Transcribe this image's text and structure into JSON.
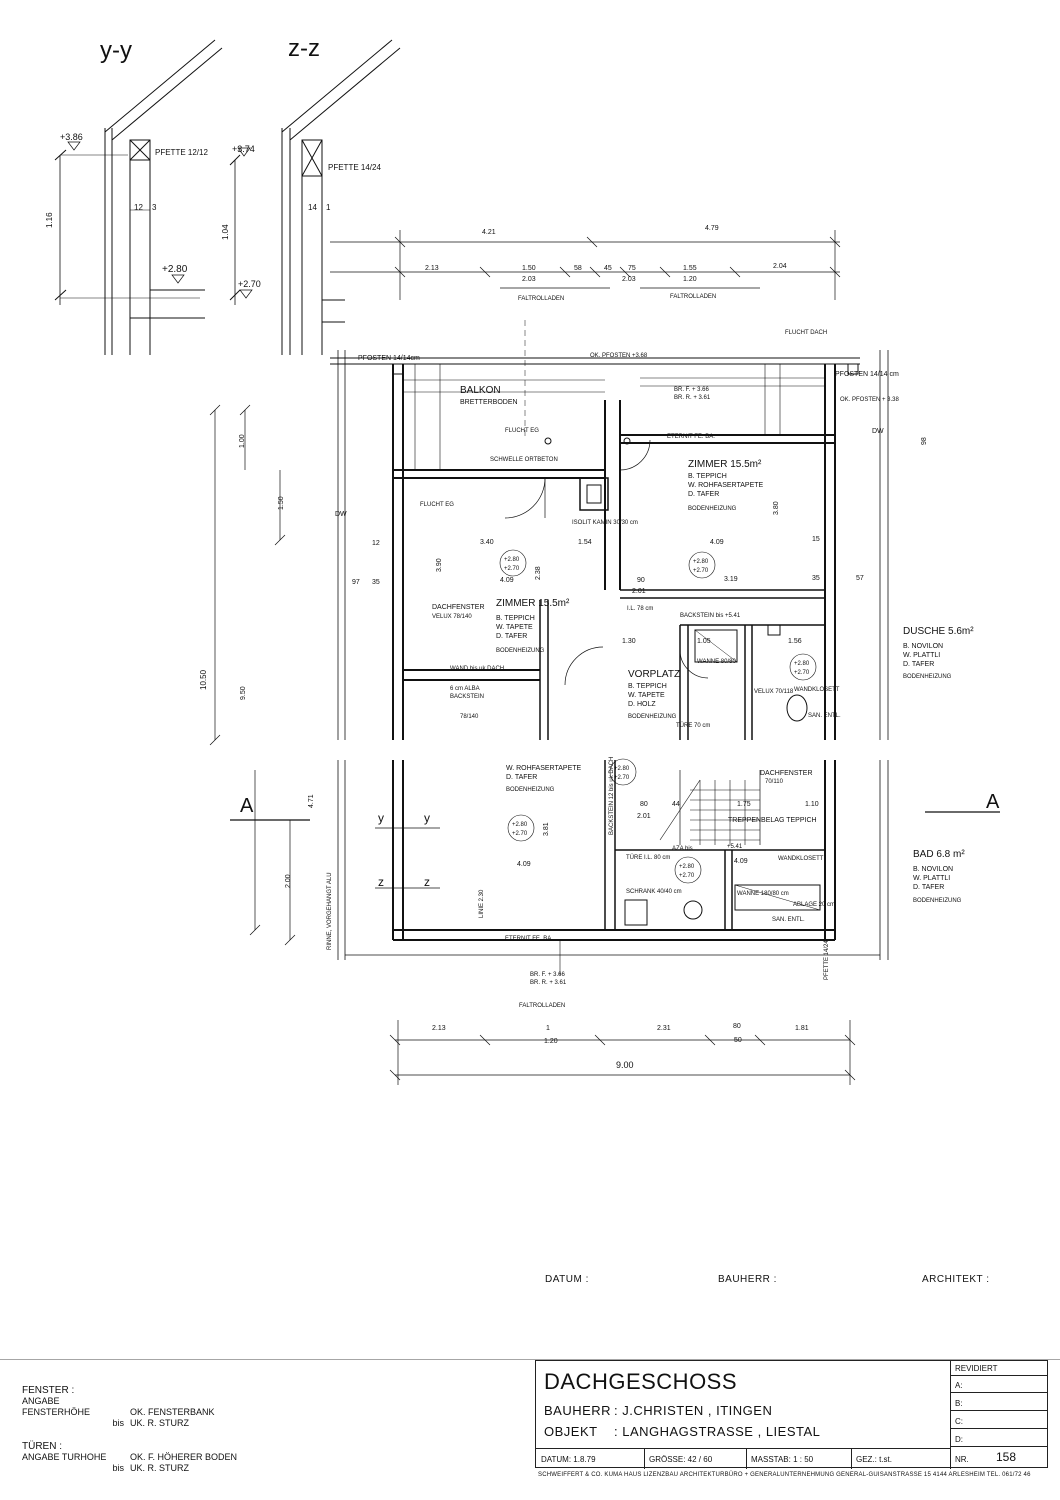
{
  "sections": {
    "yy": "y-y",
    "zz": "z-z"
  },
  "detail": {
    "yy": {
      "level_top": "+3.86",
      "level_bottom": "+2.80",
      "height": "1.16",
      "pfette": "PFETTE 12/12",
      "w1": "12",
      "w2": "3"
    },
    "zz": {
      "level_top": "+3.74",
      "level_bottom": "+2.70",
      "height": "1.04",
      "pfette": "PFETTE 14/24",
      "w1": "14",
      "w2": "1"
    }
  },
  "dims_top": {
    "a": "4.21",
    "b": "4.79",
    "c": "2.13",
    "d": "1.50",
    "e": "2.03",
    "f": "58",
    "g": "45",
    "h": "75",
    "i": "2.03",
    "j": "1.55",
    "k": "1.20",
    "l": "2.04",
    "fr1": "FALTROLLADEN",
    "fr2": "FALTROLLADEN",
    "flucht_dach": "FLUCHT DACH"
  },
  "dims_bottom": {
    "a": "2.13",
    "b": "1",
    "c": "1.20",
    "d": "2.31",
    "e": "80",
    "f": "50",
    "g": "1.81",
    "total": "9.00",
    "brf": "BR. F. + 3.66",
    "brr": "BR. R. + 3.61",
    "fr": "FALTROLLADEN"
  },
  "dims_left": {
    "a": "1.00",
    "b": "1.50",
    "c": "10.50",
    "d": "9.50",
    "e": "4.71",
    "f": "2.00",
    "rinne": "RINNE, VORGEHANGT ALU"
  },
  "dims_right": {
    "a": "98",
    "b": "57"
  },
  "labels": {
    "pfosten_l": "PFOSTEN 14/14cm",
    "pfosten_r": "PFOSTEN 14/14 cm",
    "ok_pfosten_t": "OK. PFOSTEN +3.68",
    "ok_pfosten_r": "OK. PFOSTEN + 3.38",
    "balkon": "BALKON",
    "bretterboden": "BRETTERBODEN",
    "flucht_eg1": "FLUCHT EG",
    "flucht_eg2": "FLUCHT EG",
    "schwelle": "SCHWELLE ORTBETON",
    "brf": "BR. F. + 3.66",
    "brr": "BR. R. + 3.61",
    "eternit_top": "ETERNIT FE. BA.",
    "eternit_bot": "ETERNIT FE. BA.",
    "isolit": "ISOLIT KAMIN 30/30 cm",
    "dachfenster": "DACHFENSTER",
    "velux": "VELUX 78/140",
    "wand_dach": "WAND bis uk DACH",
    "alba": "6 cm ALBA",
    "backstein": "BACKSTEIN",
    "v78": "78/140",
    "backstein_uk": "BACKSTEIN bis +5.41",
    "wanne": "WANNE 80/80",
    "velux2": "VELUX 70/118",
    "wandklosett": "WANDKLOSETT",
    "san_entl": "SAN. ENTL.",
    "ture70": "TÜRE 70 cm",
    "ture80": "TÜRE I.L. 80 cm",
    "ture_il78": "I.L. 78 cm",
    "dachfenster2": "DACHFENSTER",
    "v70": "70/110",
    "treppenbelag": "TREPPENBELAG TEPPICH",
    "aza": "AZA bis",
    "lv541": "+5.41",
    "schrank": "SCHRANK 40/40 cm",
    "wanne2": "WANNE 180/80 cm",
    "ablage": "ABLAGE 20 cm",
    "san_entl2": "SAN. ENTL.",
    "wandklosett2": "WANDKLOSETT",
    "linie": "LINIE 2.30",
    "dw1": "DW",
    "dw2": "DW",
    "backstein_stair": "BACKSTEIN 12 bis uk DACH",
    "pfette_r": "PFETTE 14/24",
    "sa": "A",
    "sb": "A",
    "y1": "y",
    "y2": "y",
    "z1": "z",
    "z2": "z"
  },
  "rooms": {
    "z1": {
      "name": "ZIMMER 15.5m²",
      "b": "B. TEPPICH",
      "w": "W. ROHFASERTAPETE",
      "d": "D. TAFER",
      "h": "BODENHEIZUNG"
    },
    "z2": {
      "name": "ZIMMER 15.5m²",
      "b": "B. TEPPICH",
      "w": "W. TAPETE",
      "d": "D. TAFER",
      "h": "BODENHEIZUNG"
    },
    "vorplatz": {
      "name": "VORPLATZ",
      "b": "B. TEPPICH",
      "w": "W. TAPETE",
      "d": "D. HOLZ",
      "h": "BODENHEIZUNG"
    },
    "z3": {
      "w": "W. ROHFASERTAPETE",
      "d": "D. TAFER",
      "h": "BODENHEIZUNG"
    },
    "dusche": {
      "name": "DUSCHE 5.6m²",
      "b": "B. NOVILON",
      "w": "W. PLATTLI",
      "d": "D. TAFER",
      "h": "BODENHEIZUNG"
    },
    "bad": {
      "name": "BAD 6.8 m²",
      "b": "B. NOVILON",
      "w": "W. PLATTLI",
      "d": "D. TAFER",
      "h": "BODENHEIZUNG"
    }
  },
  "levels": {
    "p280": "+2.80",
    "p270": "+2.70"
  },
  "inner_dims": {
    "a": "3.40",
    "b": "4.09",
    "c": "4.09",
    "d": "3.90",
    "e": "2.38",
    "f": "1.54",
    "g": "3.19",
    "h": "90",
    "i": "2.01",
    "j": "1.30",
    "k": "1.05",
    "l": "1.56",
    "m": "4.09",
    "n": "4.09",
    "o": "3.81",
    "p": "2.01",
    "q": "80",
    "r": "44",
    "s": "1.75",
    "t": "1.10",
    "u": "97",
    "v": "35",
    "w": "12",
    "x": "15",
    "y": "35",
    "z": "3.80"
  },
  "signatures": {
    "datum": "DATUM :",
    "bauherr": "BAUHERR :",
    "architekt": "ARCHITEKT :"
  },
  "legend": {
    "fenster": "FENSTER :",
    "f1a": "ANGABE FENSTERHÖHE",
    "f1b": "OK. FENSTERBANK",
    "f2a": "bis",
    "f2b": "UK. R. STURZ",
    "turen": "TÜREN :",
    "t1a": "ANGABE TURHOHE",
    "t1b": "OK. F. HÖHERER BODEN",
    "t2a": "bis",
    "t2b": "UK. R. STURZ"
  },
  "titleblock": {
    "title": "DACHGESCHOSS",
    "k1": "BAUHERR",
    "v1": ": J.CHRISTEN ,   ITINGEN",
    "k2": "OBJEKT",
    "v2": ": LANGHAGSTRASSE ,   LIESTAL",
    "datum": "DATUM:  1.8.79",
    "grosse": "GRÖSSE:  42 / 60",
    "masstab": "MASSTAB:  1 : 50",
    "gez": "GEZ.:  t.st.",
    "revidiert": "REVIDIERT",
    "ra": "A:",
    "rb": "B:",
    "rc": "C:",
    "rd": "D:",
    "nr_label": "NR.",
    "nr": "158"
  },
  "footer": "SCHWEIFFERT & CO. KUMA HAUS LIZENZBAU ARCHITEKTURBÜRO + GENERALUNTERNEHMUNG GENERAL-GUISANSTRASSE 15   4144 ARLESHEIM   TEL. 061/72 46"
}
